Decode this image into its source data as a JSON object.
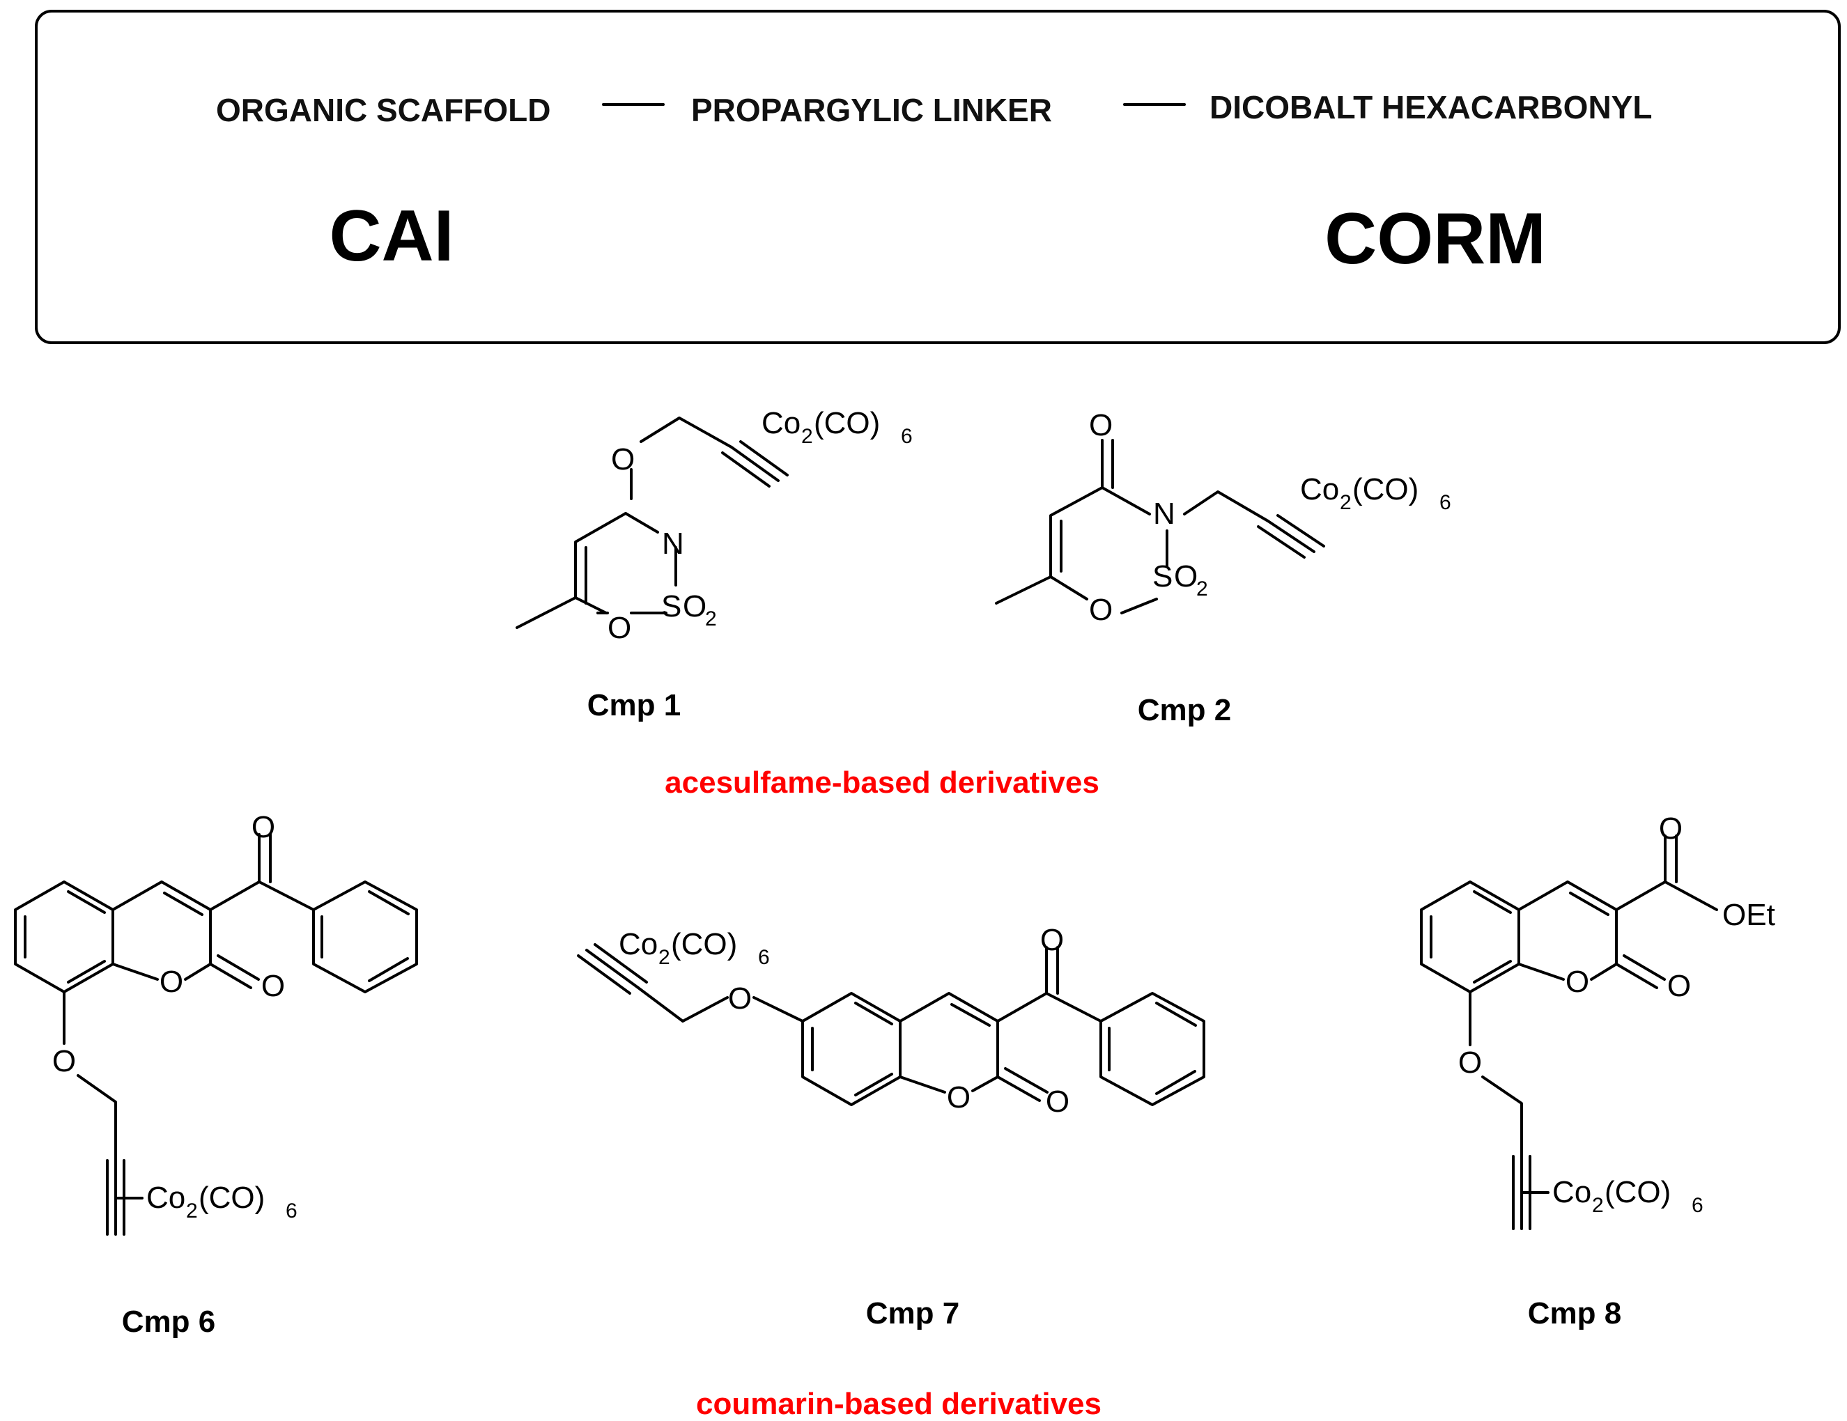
{
  "header": {
    "parts": [
      "ORGANIC SCAFFOLD",
      "PROPARGYLIC LINKER",
      "DICOBALT HEXACARBONYL"
    ],
    "left_label": "CAI",
    "right_label": "CORM"
  },
  "groups": [
    {
      "label": "acesulfame-based derivatives",
      "color": "#ff0000"
    },
    {
      "label": "coumarin-based derivatives",
      "color": "#ff0000"
    }
  ],
  "compounds": [
    {
      "label": "Cmp 1",
      "scaffold": "acesulfame",
      "linkage": "O-propargyl"
    },
    {
      "label": "Cmp 2",
      "scaffold": "acesulfame",
      "linkage": "N-propargyl"
    },
    {
      "label": "Cmp 6",
      "scaffold": "3-benzoylcoumarin",
      "linkage": "8-O-propargyl"
    },
    {
      "label": "Cmp 7",
      "scaffold": "3-benzoylcoumarin",
      "linkage": "6-O-propargyl"
    },
    {
      "label": "Cmp 8",
      "scaffold": "ethyl coumarin-3-carboxylate",
      "linkage": "8-O-propargyl"
    }
  ],
  "atoms": {
    "O": "O",
    "N": "N",
    "S": "S",
    "OEt": "OEt",
    "Co": "Co",
    "Co_sub": "2",
    "CO": "(CO)",
    "CO_sub": "6",
    "O2_sub": "2"
  }
}
